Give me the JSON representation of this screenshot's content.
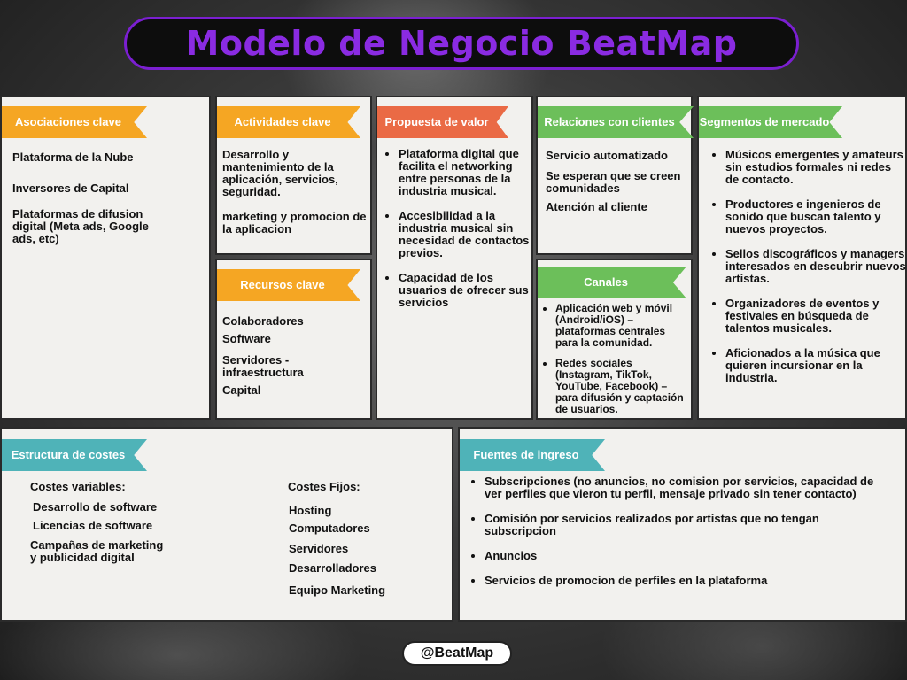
{
  "title": "Modelo de Negocio BeatMap",
  "footer": "@BeatMap",
  "asociaciones": {
    "label": "Asociaciones clave",
    "items": [
      "Plataforma de la Nube",
      "Inversores de Capital",
      "Plataformas de difusion digital (Meta ads, Google ads, etc)"
    ]
  },
  "actividades": {
    "label": "Actividades clave",
    "items": [
      "Desarrollo y mantenimiento de la aplicación, servicios, seguridad.",
      "marketing y promocion de la aplicacion"
    ]
  },
  "recursos": {
    "label": "Recursos clave",
    "items": [
      "Colaboradores",
      "Software",
      "Servidores - infraestructura",
      "Capital"
    ]
  },
  "propuesta": {
    "label": "Propuesta de valor",
    "items": [
      "Plataforma digital que facilita el networking entre personas de la industria musical.",
      "Accesibilidad a la industria musical sin necesidad de contactos previos.",
      "Capacidad de los usuarios de ofrecer sus servicios"
    ]
  },
  "relaciones": {
    "label": "Relaciones con clientes",
    "items": [
      "Servicio automatizado",
      "Se esperan que se creen comunidades",
      "Atención al cliente"
    ]
  },
  "canales": {
    "label": "Canales",
    "items": [
      "Aplicación web y móvil (Android/iOS) – plataformas centrales para la comunidad.",
      " Redes sociales (Instagram, TikTok, YouTube, Facebook) – para difusión y captación de usuarios."
    ]
  },
  "segmentos": {
    "label": "Segmentos de mercado",
    "items": [
      "Músicos emergentes y amateurs sin estudios formales ni redes de contacto.",
      "Productores e ingenieros de sonido que buscan talento y nuevos proyectos.",
      "Sellos discográficos y managers interesados en descubrir nuevos artistas.",
      "Organizadores de eventos y festivales en búsqueda de talentos musicales.",
      "Aficionados a la música que quieren incursionar en la industria."
    ]
  },
  "costes": {
    "label": "Estructura de costes",
    "variables_heading": "Costes variables:",
    "variables": [
      "Desarrollo de software",
      "Licencias de software",
      "Campañas de marketing y publicidad digital"
    ],
    "fijos_heading": "Costes Fijos:",
    "fijos": [
      "Hosting",
      "Computadores",
      "Servidores",
      "Desarrolladores",
      "Equipo Marketing"
    ]
  },
  "ingresos": {
    "label": "Fuentes de ingreso",
    "items": [
      "Subscripciones  (no anuncios, no comision por servicios, capacidad de ver perfiles que vieron tu perfil, mensaje privado sin tener contacto)",
      "Comisión por servicios realizados por  artistas que no tengan subscripcion",
      "Anuncios",
      "Servicios de promocion de perfiles en la plataforma"
    ]
  }
}
